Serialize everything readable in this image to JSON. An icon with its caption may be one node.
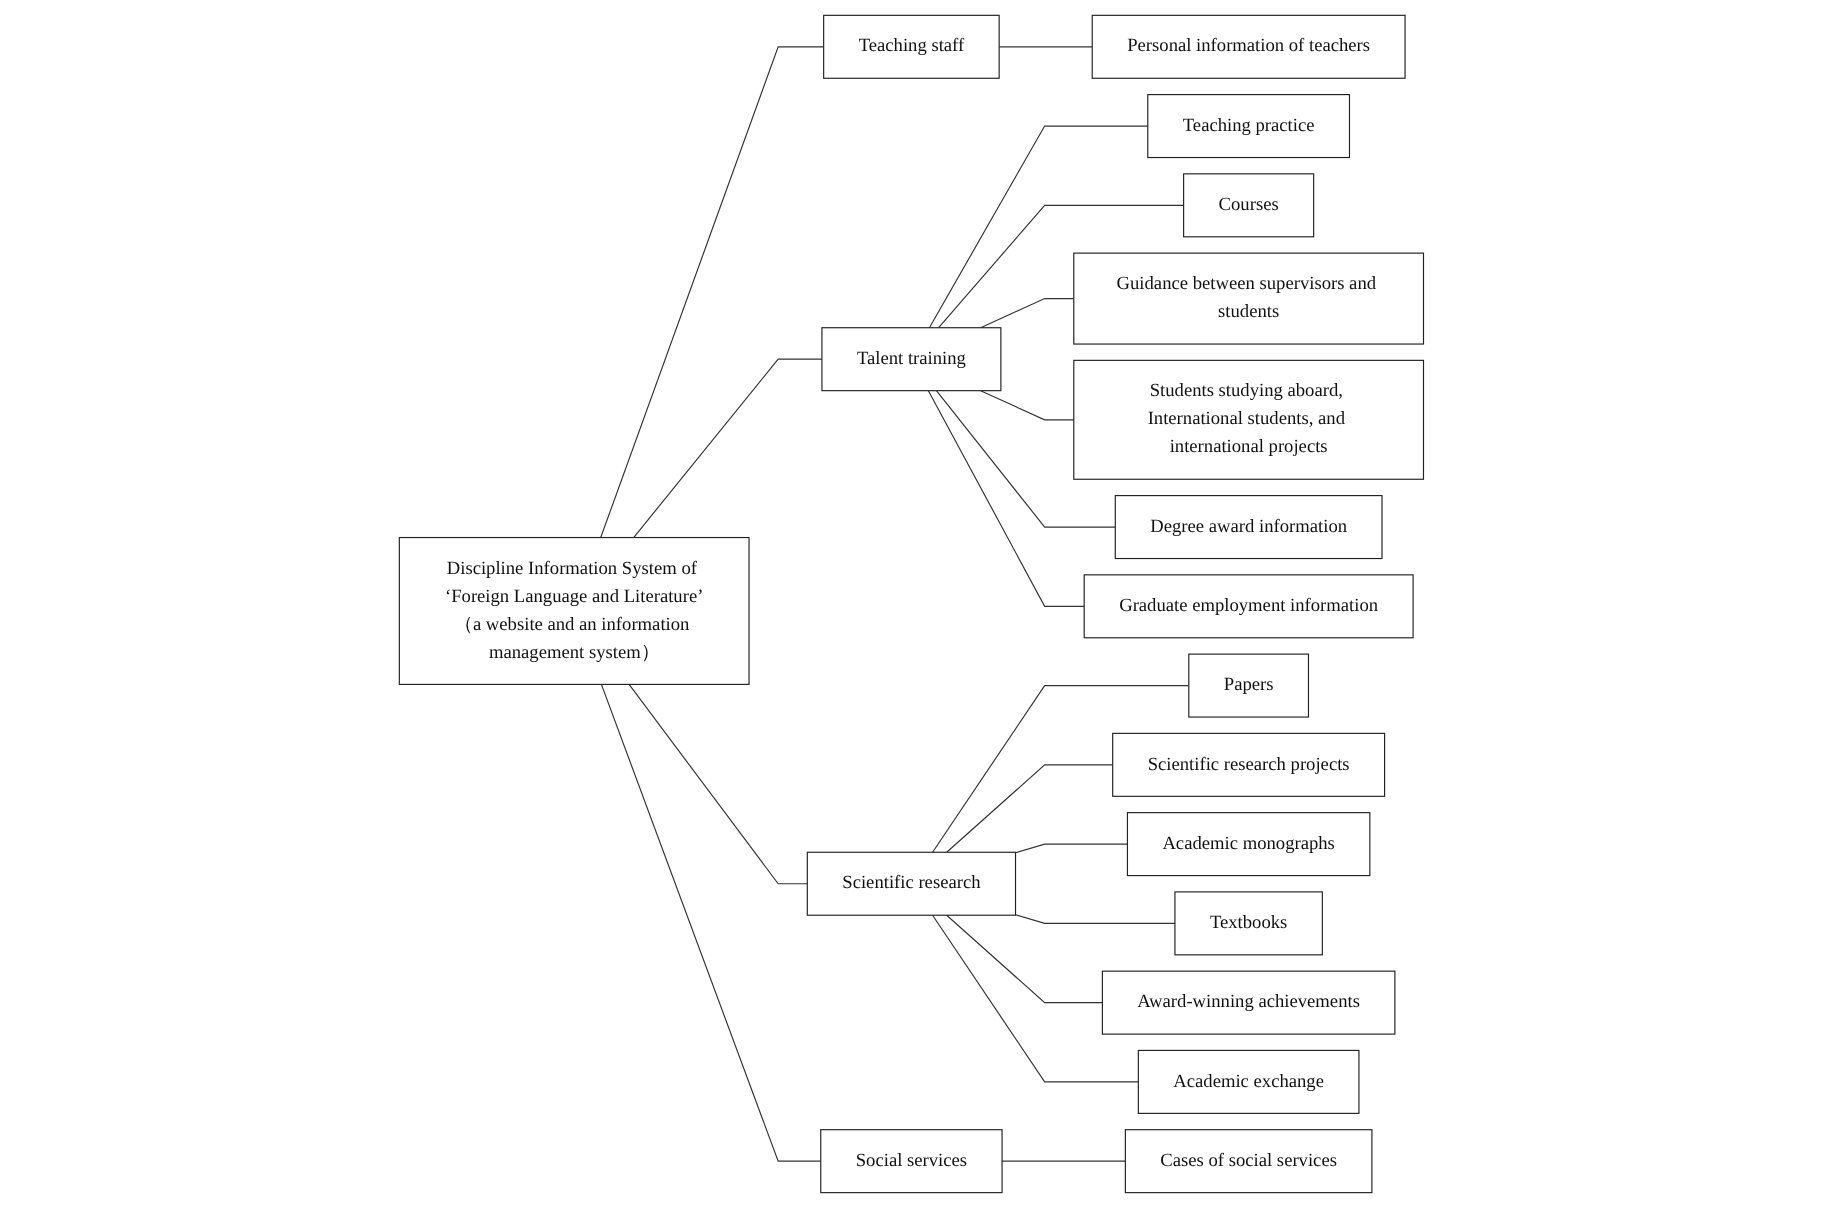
{
  "diagram": {
    "nodes": [
      {
        "text": [
          "Discipline Information System of ‘Foreign Language and Literature’",
          "（a website and an information management system）"
        ]
      },
      {
        "text": [
          "Teaching staff"
        ]
      },
      {
        "text": [
          "Talent training"
        ]
      },
      {
        "text": [
          "Scientific research"
        ]
      },
      {
        "text": [
          "Social services"
        ]
      },
      {
        "text": [
          "Personal information of teachers"
        ]
      },
      {
        "text": [
          "Teaching practice"
        ]
      },
      {
        "text": [
          "Courses"
        ]
      },
      {
        "text": [
          "Guidance between supervisors and students"
        ]
      },
      {
        "text": [
          "Students studying aboard, International students, and international projects"
        ]
      },
      {
        "text": [
          "Degree award information"
        ]
      },
      {
        "text": [
          "Graduate employment information"
        ]
      },
      {
        "text": [
          "Papers"
        ]
      },
      {
        "text": [
          "Scientific research projects"
        ]
      },
      {
        "text": [
          "Academic monographs"
        ]
      },
      {
        "text": [
          "Textbooks"
        ]
      },
      {
        "text": [
          "Award-winning achievements"
        ]
      },
      {
        "text": [
          "Academic exchange"
        ]
      },
      {
        "text": [
          "Cases of social services"
        ]
      }
    ],
    "edges": [
      {
        "from": 0,
        "to": 1,
        "arrow": "none"
      },
      {
        "from": 0,
        "to": 2,
        "arrow": "none"
      },
      {
        "from": 0,
        "to": 3,
        "arrow": "none"
      },
      {
        "from": 0,
        "to": 4,
        "arrow": "none"
      },
      {
        "from": 1,
        "to": 5,
        "arrow": "none"
      },
      {
        "from": 2,
        "to": 6,
        "arrow": "none"
      },
      {
        "from": 2,
        "to": 7,
        "arrow": "none"
      },
      {
        "from": 2,
        "to": 8,
        "arrow": "none"
      },
      {
        "from": 2,
        "to": 9,
        "arrow": "none"
      },
      {
        "from": 2,
        "to": 10,
        "arrow": "none"
      },
      {
        "from": 2,
        "to": 11,
        "arrow": "none"
      },
      {
        "from": 3,
        "to": 12,
        "arrow": "none"
      },
      {
        "from": 3,
        "to": 13,
        "arrow": "none"
      },
      {
        "from": 3,
        "to": 14,
        "arrow": "none"
      },
      {
        "from": 3,
        "to": 15,
        "arrow": "none"
      },
      {
        "from": 3,
        "to": 16,
        "arrow": "none"
      },
      {
        "from": 3,
        "to": 17,
        "arrow": "none"
      },
      {
        "from": 4,
        "to": 18,
        "arrow": "none"
      }
    ]
  }
}
